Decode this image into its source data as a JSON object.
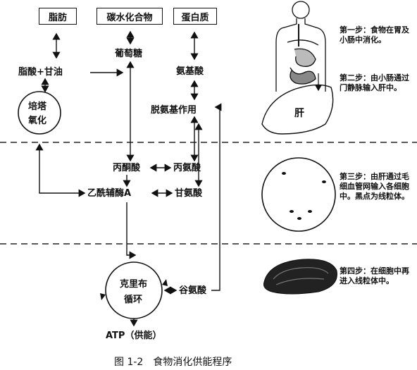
{
  "sources": {
    "fat": "脂肪",
    "carb": "碳水化合物",
    "protein": "蛋白质"
  },
  "nodes": {
    "fatty_acid_glycerol": "脂酸+甘油",
    "glucose": "葡萄糖",
    "amino_acid": "氨基酸",
    "beta_oxidation_line1": "培塔",
    "beta_oxidation_line2": "氧化",
    "deamination": "脱氨基作用",
    "pyruvate": "丙酮酸",
    "alanine": "丙氨酸",
    "acetyl_coa": "乙酰辅酶A",
    "glycine": "甘氨酸",
    "krebs_line1": "克里布",
    "krebs_line2": "循环",
    "glutamate": "谷氨酸",
    "atp": "ATP（供能）"
  },
  "liver_label": "肝",
  "steps": [
    {
      "text": "第一步：食物在胃及小肠中消化。"
    },
    {
      "text": "第二步：由小肠通过门静脉输入肝中。"
    },
    {
      "text": "第三步：由肝通过毛细血管网输入各细胞中。黑点为线粒体。"
    },
    {
      "text": "第四步：在细胞中再进入线粒体中。"
    }
  ],
  "caption": "图 1-2　食物消化供能程序"
}
